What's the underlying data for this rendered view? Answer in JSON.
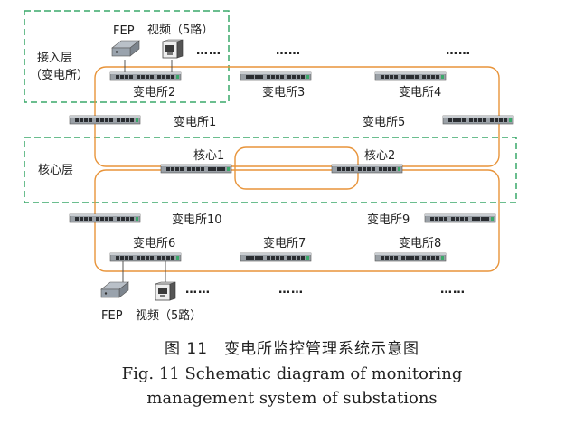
{
  "zones": {
    "access_layer": [
      "接入层",
      "（变电所）"
    ],
    "core_layer": "核心层"
  },
  "devices": {
    "fep_top": "FEP",
    "video_top": "视频（5路）",
    "fep_bottom": "FEP",
    "video_bottom": "视频（5路）"
  },
  "nodes": {
    "s1": "变电所1",
    "s2": "变电所2",
    "s3": "变电所3",
    "s4": "变电所4",
    "s5": "变电所5",
    "s6": "变电所6",
    "s7": "变电所7",
    "s8": "变电所8",
    "s9": "变电所9",
    "s10": "变电所10",
    "core1": "核心1",
    "core2": "核心2"
  },
  "ellipsis": "……",
  "colors": {
    "ring": "#e8943a",
    "zone_border": "#3aa86a",
    "device_body": "#6b6f75"
  },
  "caption": {
    "cn": "图 11　变电所监控管理系统示意图",
    "en_line1": "Fig. 11   Schematic diagram of monitoring",
    "en_line2": "management system of substations"
  }
}
